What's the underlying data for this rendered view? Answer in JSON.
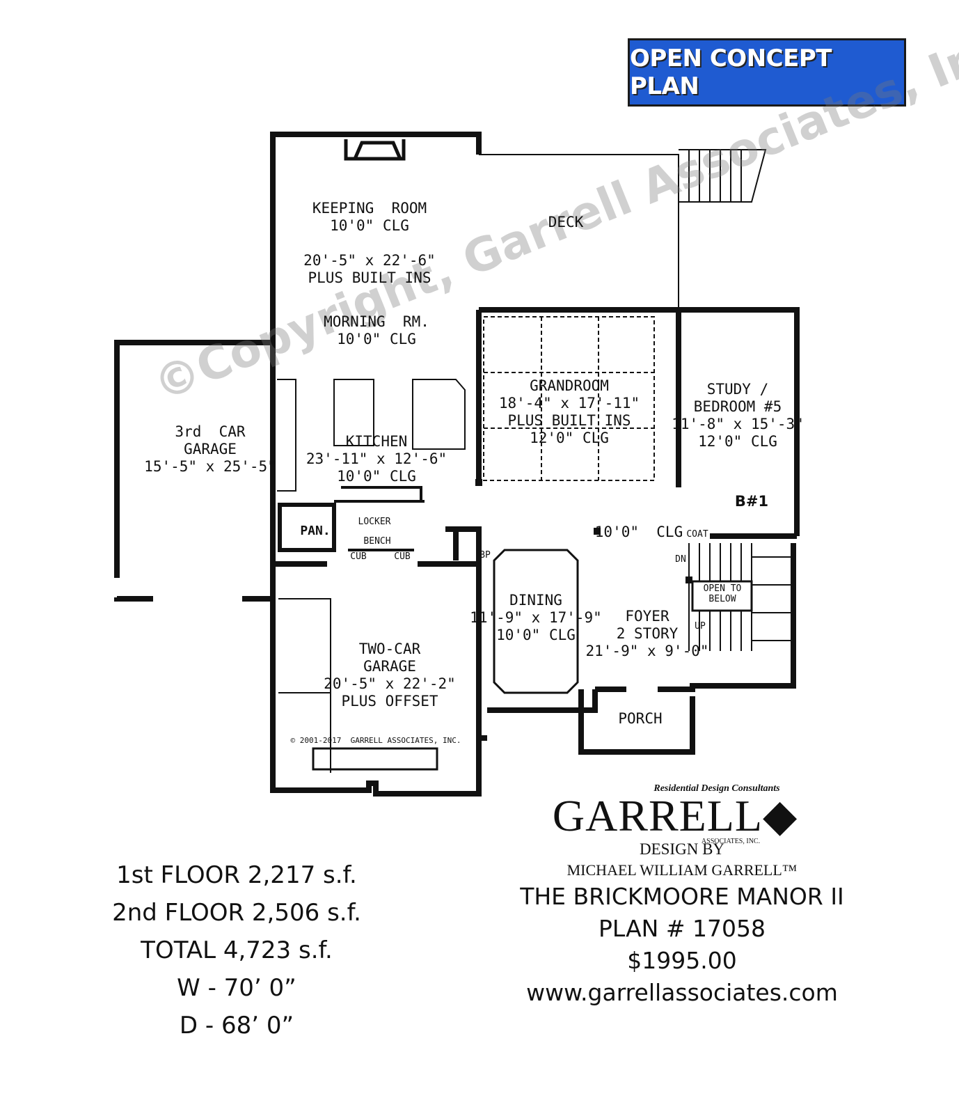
{
  "badge": {
    "label": "OPEN CONCEPT PLAN",
    "color": "#1f5bd1"
  },
  "watermark": "©Copyright, Garrell Associates, Inc.",
  "rooms": {
    "keeping": "KEEPING  ROOM\n10'0\" CLG\n\n20'-5\" x 22'-6\"\nPLUS BUILT INS",
    "morning": "MORNING  RM.\n10'0\" CLG",
    "deck": "DECK",
    "grandroom": "GRANDROOM\n18'-4\" x 17'-11\"\nPLUS BUILT INS\n12'0\" CLG",
    "study": "STUDY /\nBEDROOM #5\n11'-8\" x 15'-3\"\n12'0\" CLG",
    "third_garage": "3rd  CAR\nGARAGE\n15'-5\" x 25'-5\"",
    "kitchen": "KITCHEN\n23'-11\" x 12'-6\"\n10'0\" CLG",
    "pantry": "PAN.",
    "locker": "LOCKER",
    "bench": "BENCH",
    "cub1": "CUB",
    "cub2": "CUB",
    "bath": "B#1",
    "coat": "COAT",
    "hall_clg": "10'0\"  CLG",
    "dn": "DN",
    "up": "UP",
    "open_below": "OPEN TO\nBELOW",
    "bp": "BP",
    "dining": "DINING\n11'-9\" x 17'-9\"\n10'0\" CLG",
    "foyer": "FOYER\n2 STORY\n21'-9\" x 9'-0\"",
    "two_garage": "TWO-CAR\nGARAGE\n20'-5\" x 22'-2\"\nPLUS OFFSET",
    "porch": "PORCH",
    "copyright_note": "© 2001-2017  GARRELL ASSOCIATES, INC."
  },
  "stats": {
    "first": "1st FLOOR  2,217 s.f.",
    "second": "2nd FLOOR  2,506 s.f.",
    "total": "TOTAL  4,723 s.f.",
    "width": "W - 70’ 0”",
    "depth": "D - 68’ 0”"
  },
  "brand": {
    "tagline": "Residential Design Consultants",
    "logo": "GARRELL",
    "associates": "ASSOCIATES, INC.",
    "design_by": "DESIGN BY",
    "designer": "MICHAEL WILLIAM GARRELL™",
    "plan_name": "THE BRICKMOORE MANOR II",
    "plan_number": "PLAN # 17058",
    "price": "$1995.00",
    "website": "www.garrellassociates.com"
  }
}
